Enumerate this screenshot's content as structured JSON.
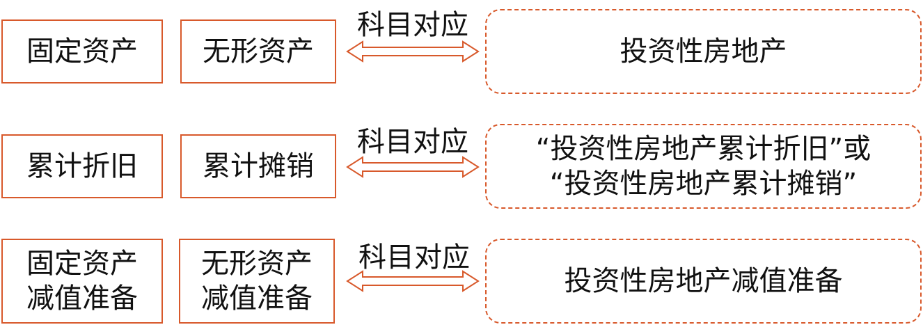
{
  "rows": [
    {
      "left_box": {
        "lines": [
          "固定资产"
        ]
      },
      "middle_box": {
        "lines": [
          "无形资产"
        ]
      },
      "relation_label": "科目对应",
      "right_box": {
        "lines": [
          "投资性房地产"
        ]
      }
    },
    {
      "left_box": {
        "lines": [
          "累计折旧"
        ]
      },
      "middle_box": {
        "lines": [
          "累计摊销"
        ]
      },
      "relation_label": "科目对应",
      "right_box": {
        "lines": [
          "“投资性房地产累计折旧”或",
          "“投资性房地产累计摊销”"
        ]
      }
    },
    {
      "left_box": {
        "lines": [
          "固定资产",
          "减值准备"
        ]
      },
      "middle_box": {
        "lines": [
          "无形资产",
          "减值准备"
        ]
      },
      "relation_label": "科目对应",
      "right_box": {
        "lines": [
          "投资性房地产减值准备"
        ]
      }
    }
  ],
  "colors": {
    "accent": "#d8592b",
    "text": "#111111"
  }
}
